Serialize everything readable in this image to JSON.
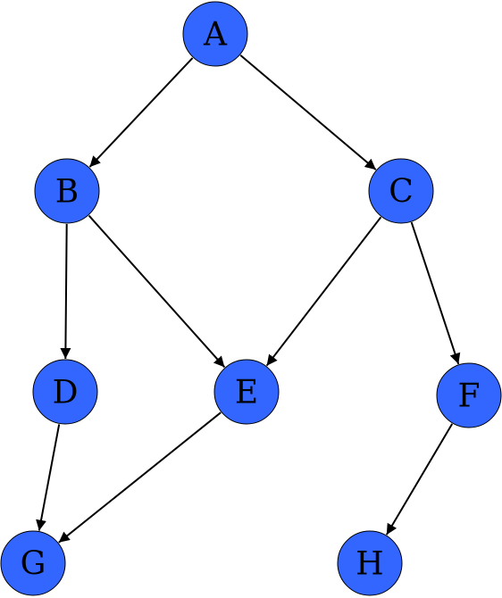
{
  "colors": {
    "node_fill": "#3366ff",
    "node_stroke": "#000000",
    "edge": "#000000",
    "background": "#ffffff"
  },
  "nodes": [
    {
      "id": "A",
      "label": "A"
    },
    {
      "id": "B",
      "label": "B"
    },
    {
      "id": "C",
      "label": "C"
    },
    {
      "id": "D",
      "label": "D"
    },
    {
      "id": "E",
      "label": "E"
    },
    {
      "id": "F",
      "label": "F"
    },
    {
      "id": "G",
      "label": "G"
    },
    {
      "id": "H",
      "label": "H"
    }
  ],
  "edges": [
    {
      "from": "A",
      "to": "B"
    },
    {
      "from": "A",
      "to": "C"
    },
    {
      "from": "B",
      "to": "D"
    },
    {
      "from": "B",
      "to": "E"
    },
    {
      "from": "C",
      "to": "E"
    },
    {
      "from": "C",
      "to": "F"
    },
    {
      "from": "D",
      "to": "G"
    },
    {
      "from": "E",
      "to": "G"
    },
    {
      "from": "F",
      "to": "H"
    }
  ]
}
